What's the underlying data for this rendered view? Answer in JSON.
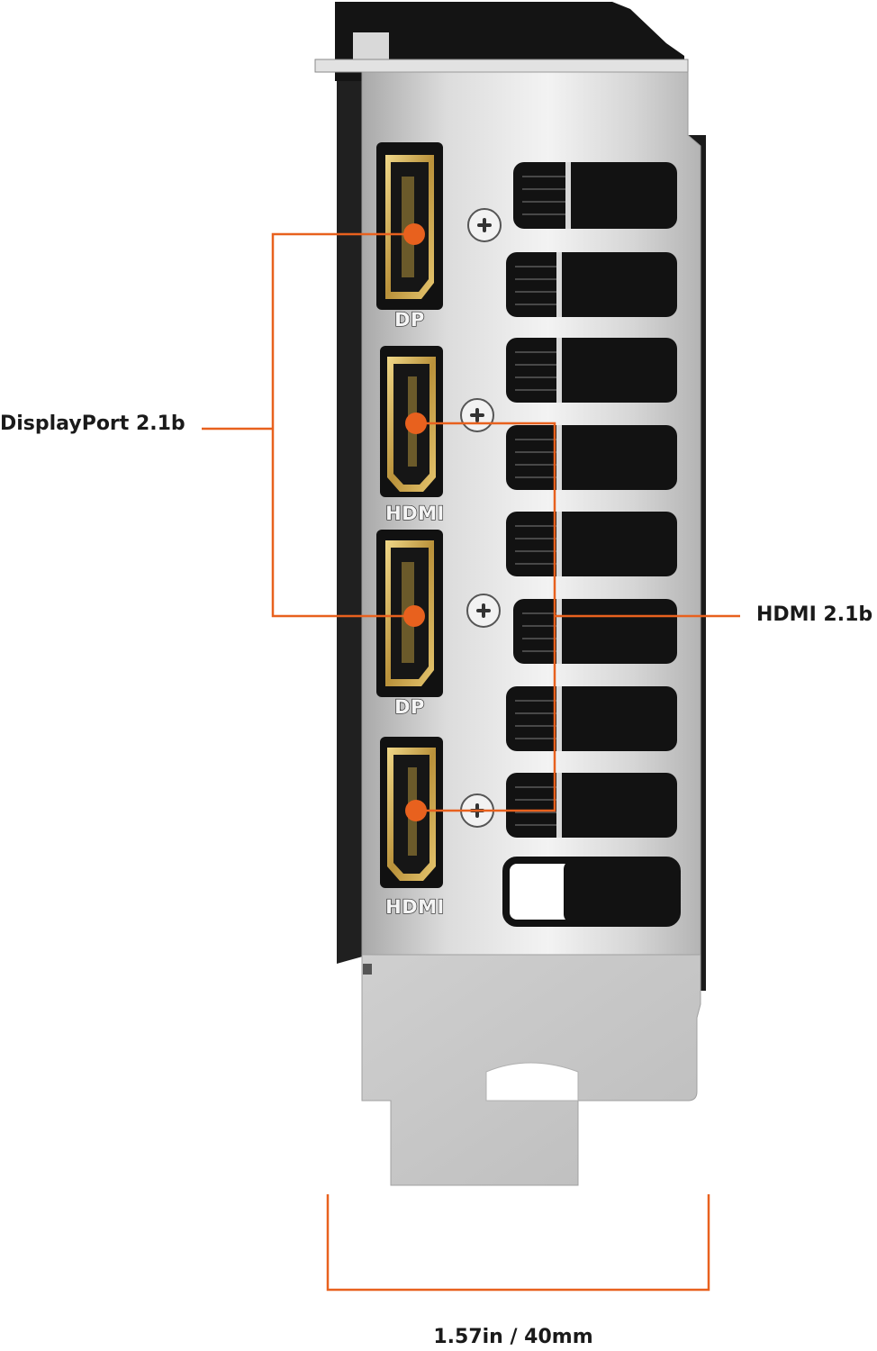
{
  "callouts": {
    "displayport": "DisplayPort 2.1b",
    "hdmi": "HDMI 2.1b",
    "width": "1.57in / 40mm"
  },
  "ports": [
    {
      "type": "displayport",
      "label": "DP"
    },
    {
      "type": "hdmi",
      "label": "HDMI"
    },
    {
      "type": "displayport",
      "label": "DP"
    },
    {
      "type": "hdmi",
      "label": "HDMI"
    }
  ],
  "colors": {
    "accent": "#e8611e",
    "bracket": "#c9c9c9",
    "port_gold": "#c9a54a",
    "dark": "#151515"
  }
}
